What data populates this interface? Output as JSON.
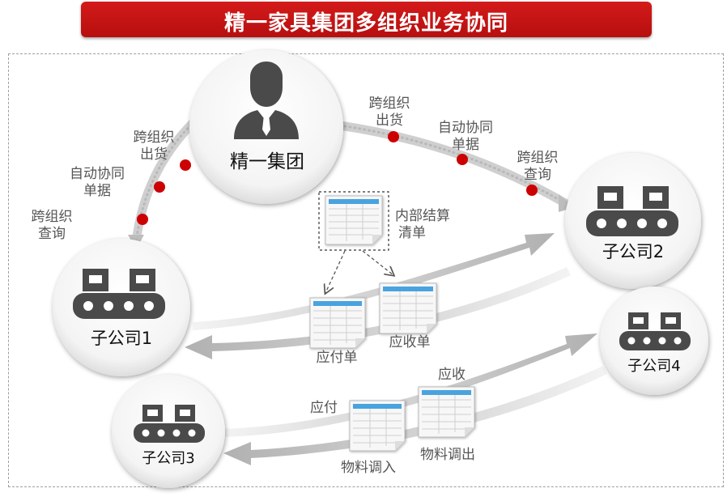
{
  "title": "精一家具集团多组织业务协同",
  "nodes": {
    "group": "精一集团",
    "sub1": "子公司1",
    "sub2": "子公司2",
    "sub3": "子公司3",
    "sub4": "子公司4"
  },
  "left_arc_labels": {
    "shipping": [
      "跨组织",
      "出货"
    ],
    "auto_doc": [
      "自动协同",
      "单据"
    ],
    "query": [
      "跨组织",
      "查询"
    ]
  },
  "right_arc_labels": {
    "shipping": [
      "跨组织",
      "出货"
    ],
    "auto_doc": [
      "自动协同",
      "单据"
    ],
    "query": [
      "跨组织",
      "查询"
    ]
  },
  "documents": {
    "settlement": [
      "内部结算",
      "清单"
    ],
    "payable": "应付单",
    "receivable": "应收单",
    "pay": "应付",
    "receive": "应收",
    "transfer_in": "物料调入",
    "transfer_out": "物料调出"
  },
  "colors": {
    "banner": "#c41414",
    "dot": "#cc0000",
    "icon": "#4a4a4a",
    "doc_header": "#4aa3df"
  }
}
